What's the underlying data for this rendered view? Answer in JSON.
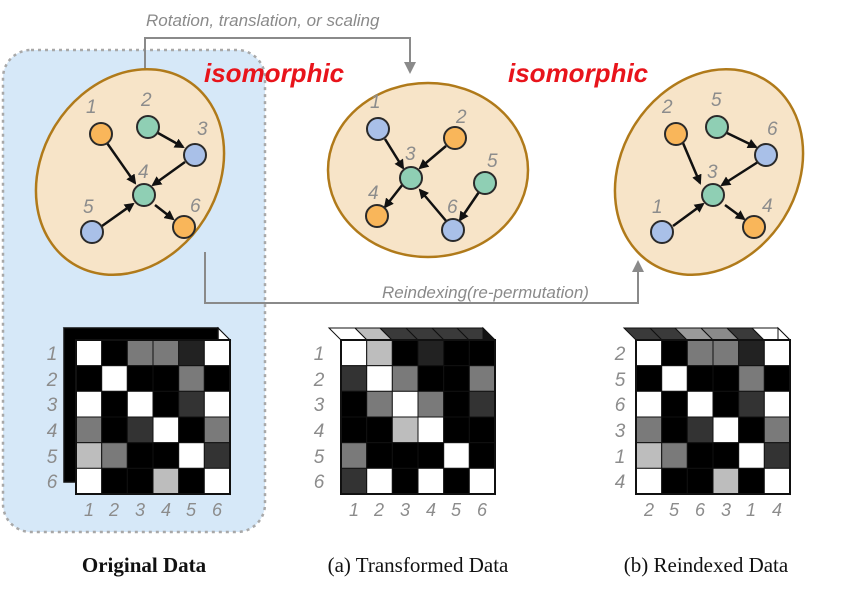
{
  "labels": {
    "transform_arrow": "Rotation, translation, or scaling",
    "reindex_arrow": "Reindexing(re-permutation)",
    "isomorphic_left": "isomorphic",
    "isomorphic_right": "isomorphic",
    "caption_original": "Original Data",
    "caption_transformed": "(a) Transformed Data",
    "caption_reindexed": "(b) Reindexed Data"
  },
  "colors": {
    "blob_fill": "#f7e4c8",
    "blob_stroke": "#b07a1a",
    "node_orange": "#f9b65a",
    "node_blue": "#a9c0e8",
    "node_green": "#8fcfb4",
    "highlight": "#d6e8f8"
  },
  "graphs": {
    "original": {
      "nodes": [
        {
          "label": "1",
          "color": "orange"
        },
        {
          "label": "2",
          "color": "green"
        },
        {
          "label": "3",
          "color": "blue"
        },
        {
          "label": "4",
          "color": "green"
        },
        {
          "label": "5",
          "color": "blue"
        },
        {
          "label": "6",
          "color": "orange"
        }
      ]
    },
    "transformed": {
      "nodes": [
        {
          "label": "1",
          "color": "blue"
        },
        {
          "label": "2",
          "color": "orange"
        },
        {
          "label": "3",
          "color": "green"
        },
        {
          "label": "4",
          "color": "orange"
        },
        {
          "label": "5",
          "color": "green"
        },
        {
          "label": "6",
          "color": "blue"
        }
      ]
    },
    "reindexed": {
      "nodes": [
        {
          "label": "2",
          "color": "orange"
        },
        {
          "label": "5",
          "color": "green"
        },
        {
          "label": "6",
          "color": "blue"
        },
        {
          "label": "3",
          "color": "green"
        },
        {
          "label": "1",
          "color": "blue"
        },
        {
          "label": "4",
          "color": "orange"
        }
      ]
    }
  },
  "matrices": {
    "original": {
      "row_labels": [
        "1",
        "2",
        "3",
        "4",
        "5",
        "6"
      ],
      "col_labels": [
        "1",
        "2",
        "3",
        "4",
        "5",
        "6"
      ],
      "top": [
        "#3a3a3a",
        "#3a3a3a",
        "#9a9a9a",
        "#8a8a8a",
        "#3a3a3a",
        "#ffffff"
      ],
      "right": [
        "#ffffff",
        "#111111",
        "#ffffff",
        "#8a8a8a",
        "#3a3a3a",
        "#ffffff"
      ]
    },
    "transformed": {
      "row_labels": [
        "1",
        "2",
        "3",
        "4",
        "5",
        "6"
      ],
      "col_labels": [
        "1",
        "2",
        "3",
        "4",
        "5",
        "6"
      ],
      "top": [
        "#ffffff",
        "#bdbdbd",
        "#3a3a3a",
        "#3a3a3a",
        "#3a3a3a",
        "#3a3a3a"
      ],
      "right": [
        "#111111",
        "#8a8a8a",
        "#3a3a3a",
        "#111111",
        "#111111",
        "#ffffff"
      ]
    },
    "reindexed": {
      "row_labels": [
        "2",
        "5",
        "6",
        "3",
        "1",
        "4"
      ],
      "col_labels": [
        "2",
        "5",
        "6",
        "3",
        "1",
        "4"
      ],
      "top": [
        "#3a3a3a",
        "#3a3a3a",
        "#9a9a9a",
        "#8a8a8a",
        "#3a3a3a",
        "#ffffff"
      ],
      "right": [
        "#ffffff",
        "#111111",
        "#ffffff",
        "#8a8a8a",
        "#3a3a3a",
        "#ffffff"
      ]
    }
  }
}
